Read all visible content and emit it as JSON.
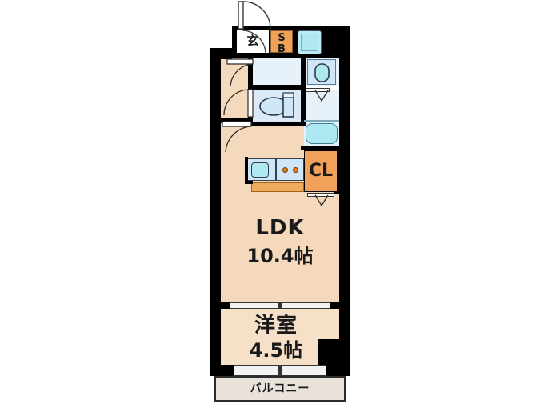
{
  "plan": {
    "type": "japanese-apartment-floorplan",
    "rooms": [
      {
        "id": "ldk",
        "name": "LDK",
        "area": "10.4帖",
        "label_line1": "LDK",
        "label_line2": "10.4帖"
      },
      {
        "id": "washitsu",
        "name": "洋室",
        "area": "4.5帖",
        "label_line1": "洋室",
        "label_line2": "4.5帖"
      },
      {
        "id": "balcony",
        "name": "バルコニー",
        "label_line1": "バルコニー"
      }
    ],
    "closet": {
      "label": "CL",
      "name": "クローゼット"
    },
    "shoebox": {
      "line1": "S",
      "line2": "B",
      "name": "シューズボックス"
    },
    "entrance": {
      "label": "玄",
      "name": "玄関"
    },
    "fixtures": [
      {
        "name": "kitchen-sink"
      },
      {
        "name": "gas-stove"
      },
      {
        "name": "toilet"
      },
      {
        "name": "bathtub"
      },
      {
        "name": "washbasin"
      },
      {
        "name": "washing-machine-pan"
      }
    ],
    "colors": {
      "floor": "#f5d9bd",
      "wall": "#000000",
      "wet_area": "#dceaf7",
      "tub_cyan": "#aee9f2",
      "closet_orange": "#f0a258",
      "balcony": "#e8e2da"
    }
  }
}
